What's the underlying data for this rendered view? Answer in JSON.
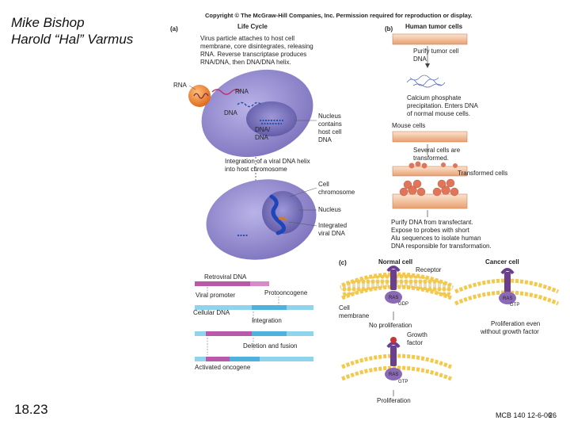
{
  "slide": {
    "author_line1": "Mike Bishop",
    "author_line2": "Harold “Hal” Varmus",
    "figure_number": "18.23",
    "footer_course": "MCB 140 12-6-06",
    "page_number": "26"
  },
  "figure": {
    "copyright": "Copyright © The McGraw-Hill Companies, Inc. Permission required for reproduction or display.",
    "panel_a": {
      "tag": "(a)",
      "title": "Life Cycle",
      "step1": [
        "Virus particle attaches to host cell",
        "membrane, core disintegrates, releasing",
        "RNA. Reverse transcriptase produces",
        "RNA/DNA, then DNA/DNA helix."
      ],
      "rna_label": "RNA",
      "rna_inner": "RNA",
      "dna_inner": "DNA",
      "dna_dna": [
        "DNA/",
        "DNA"
      ],
      "nucleus_note": [
        "Nucleus",
        "contains",
        "host cell",
        "DNA"
      ],
      "step2": [
        "Integration of a viral DNA helix",
        "into host chromosome"
      ],
      "cell_chromosome": [
        "Cell",
        "chromosome"
      ],
      "nucleus": "Nucleus",
      "integrated": [
        "Integrated",
        "viral DNA"
      ]
    },
    "panel_b": {
      "tag": "(b)",
      "human_tumor": "Human tumor cells",
      "purify": [
        "Purify tumor cell",
        "DNA"
      ],
      "calcium": [
        "Calcium phosphate",
        "precipitation. Enters DNA",
        "of normal mouse cells."
      ],
      "mouse_cells": "Mouse cells",
      "several": [
        "Several cells are",
        "transformed."
      ],
      "transformed": "Transformed cells",
      "probe": [
        "Purify DNA from transfectant.",
        "Expose to probes with short",
        "Alu sequences to isolate human",
        "DNA responsible for transformation."
      ]
    },
    "panel_c": {
      "tag": "(c)",
      "normal_cell": "Normal cell",
      "cancer_cell": "Cancer cell",
      "receptor": "Receptor",
      "cell_membrane": [
        "Cell",
        "membrane"
      ],
      "no_prolif": "No proliferation",
      "prolif_even": [
        "Proliferation even",
        "without growth factor"
      ],
      "growth_factor": [
        "Growth",
        "factor"
      ],
      "proliferation": "Proliferation",
      "ras": "RAS",
      "gdp": "GDP",
      "gtp": "GTP"
    },
    "panel_d": {
      "retroviral": "Retroviral DNA",
      "viral_promoter": "Viral promoter",
      "protooncogene": "Protooncogene",
      "cellular": "Cellular DNA",
      "integration": "Integration",
      "deletion": "Deletion and fusion",
      "activated": "Activated oncogene"
    }
  },
  "colors": {
    "cell": "#8f86c8",
    "nucleus": "#6e67b0",
    "virus": "#f08a2c",
    "membrane": "#f4c84a",
    "ras": "#6a3f8e",
    "dish": "#f2b58a",
    "transformed_cell": "#e0755a",
    "retroviral": "#b85aa8",
    "cellular": "#8fd4ec"
  }
}
